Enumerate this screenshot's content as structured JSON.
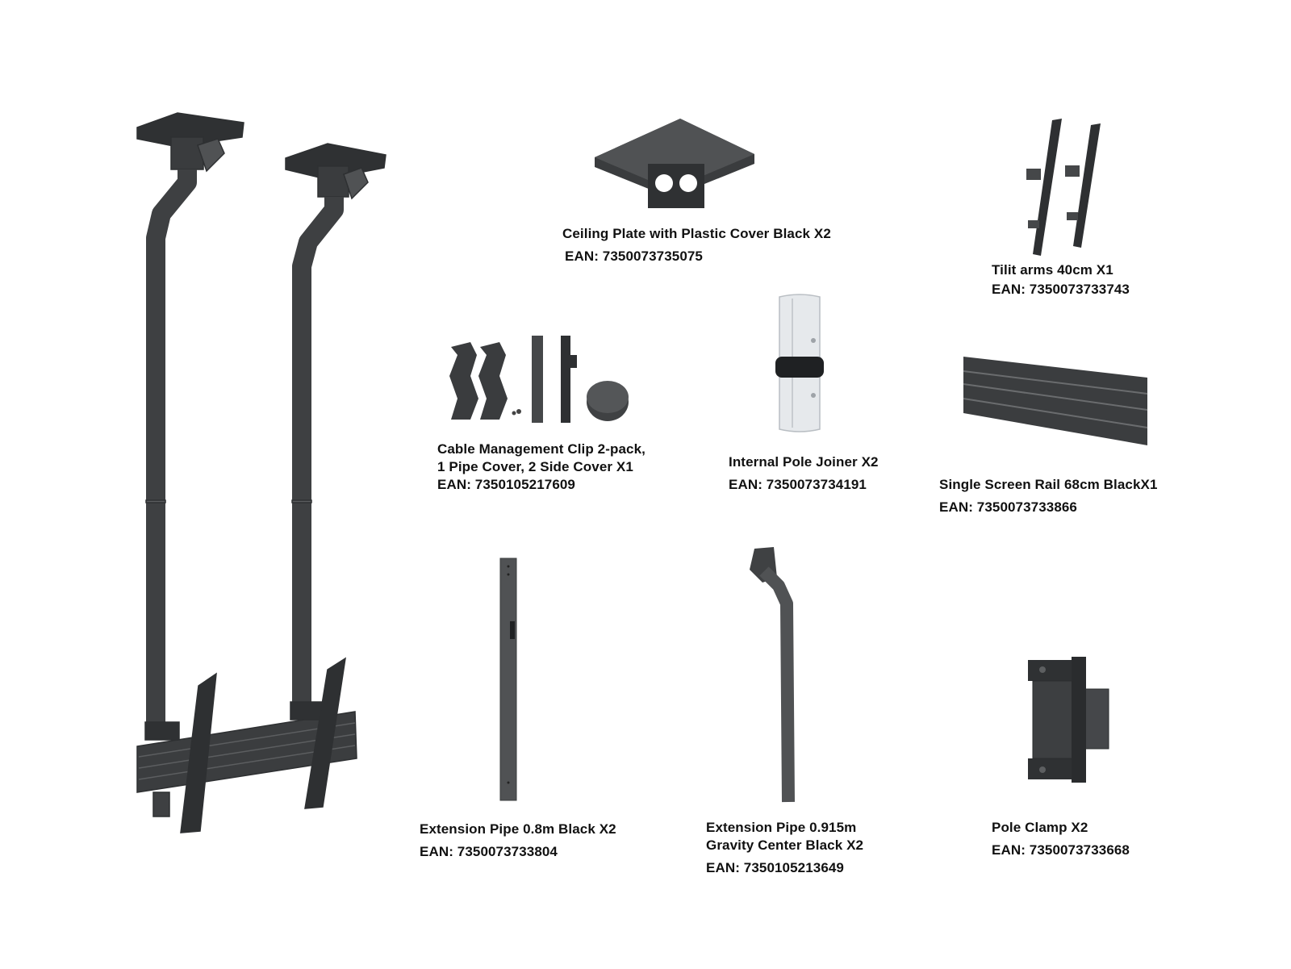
{
  "colors": {
    "metal": "#454749",
    "metal_dark": "#2e3032",
    "metal_light": "#6a6c6e",
    "white_part": "#e6e9ec",
    "text": "#111111"
  },
  "parts": [
    {
      "id": "ceiling-plate",
      "icon": "ceiling-plate-icon",
      "lines": [
        "Ceiling Plate with Plastic Cover Black X2"
      ],
      "ean": "EAN: 7350073735075"
    },
    {
      "id": "tilt-arms",
      "icon": "tilt-arms-icon",
      "lines": [
        "Tilit arms 40cm X1"
      ],
      "ean": "EAN: 7350073733743"
    },
    {
      "id": "cable-clip",
      "icon": "cable-clip-icon",
      "lines": [
        "Cable Management Clip 2-pack,",
        "1 Pipe Cover, 2 Side Cover X1"
      ],
      "ean": "EAN: 7350105217609"
    },
    {
      "id": "pole-joiner",
      "icon": "pole-joiner-icon",
      "lines": [
        "Internal Pole Joiner X2"
      ],
      "ean": "EAN: 7350073734191"
    },
    {
      "id": "screen-rail",
      "icon": "screen-rail-icon",
      "lines": [
        "Single Screen Rail 68cm BlackX1"
      ],
      "ean": "EAN: 7350073733866"
    },
    {
      "id": "extension-pipe-08",
      "icon": "extension-pipe-icon",
      "lines": [
        "Extension Pipe 0.8m Black X2"
      ],
      "ean": "EAN: 7350073733804"
    },
    {
      "id": "extension-pipe-0915",
      "icon": "gravity-pipe-icon",
      "lines": [
        "Extension Pipe 0.915m",
        "Gravity Center Black X2"
      ],
      "ean": "EAN: 7350105213649"
    },
    {
      "id": "pole-clamp",
      "icon": "pole-clamp-icon",
      "lines": [
        "Pole Clamp X2"
      ],
      "ean": "EAN: 7350073733668"
    }
  ]
}
